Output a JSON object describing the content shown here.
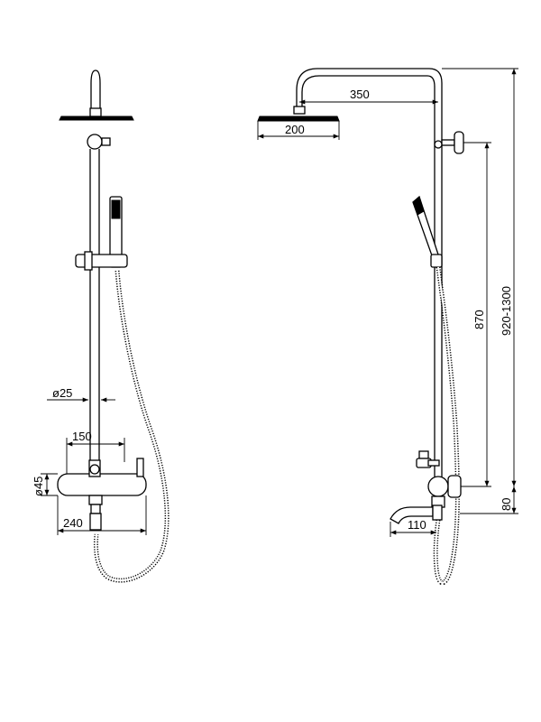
{
  "front_view": {
    "dim_pipe_diameter": "ø25",
    "dim_mixer_width": "150",
    "dim_mixer_diameter": "ø45",
    "dim_overall_width": "240"
  },
  "side_view": {
    "dim_arm_length": "350",
    "dim_head_diameter": "200",
    "dim_height_870": "870",
    "dim_height_range": "920-1300",
    "dim_height_80": "80",
    "dim_spout_length": "110"
  }
}
